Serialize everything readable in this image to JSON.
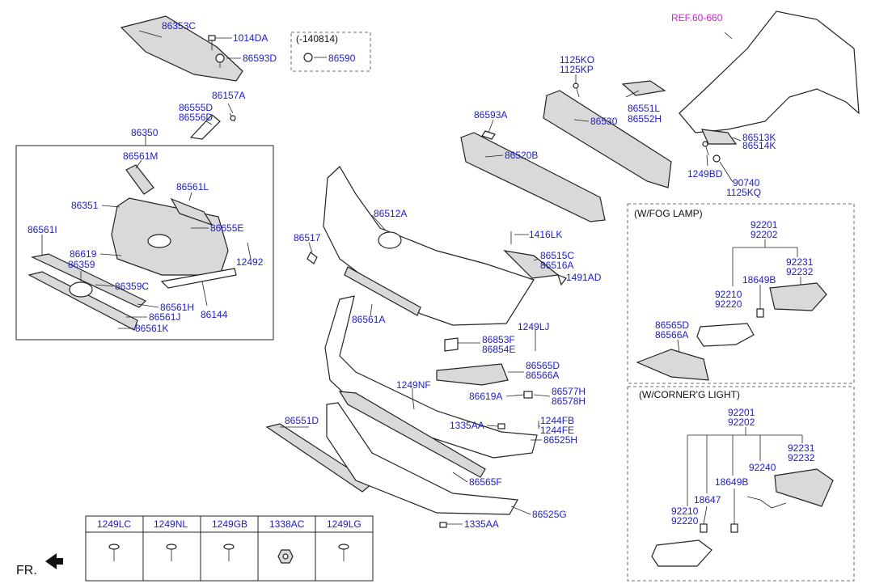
{
  "diagram": {
    "ref_label": "REF.60-660",
    "variant_fog_lamp": "(W/FOG LAMP)",
    "variant_cornering_light": "(W/CORNER'G LIGHT)",
    "variant_date": "(-140814)",
    "fr_label": "FR.",
    "labels": {
      "p86353C": "86353C",
      "p1014DA": "1014DA",
      "p86593D": "86593D",
      "p86590": "86590",
      "p86157A": "86157A",
      "p86555D": "86555D",
      "p86556D": "86556D",
      "p86350": "86350",
      "p86561M": "86561M",
      "p86561L": "86561L",
      "p86351": "86351",
      "p86655E": "86655E",
      "p86561I": "86561I",
      "p86619": "86619",
      "p86359": "86359",
      "p12492": "12492",
      "p86359C": "86359C",
      "p86561H": "86561H",
      "p86144": "86144",
      "p86561J": "86561J",
      "p86561K": "86561K",
      "p1125KO": "1125KO",
      "p1125KP": "1125KP",
      "p86551L": "86551L",
      "p86552H": "86552H",
      "p86593A": "86593A",
      "p86530": "86530",
      "p86520B": "86520B",
      "p86513K": "86513K",
      "p86514K": "86514K",
      "p1249BD": "1249BD",
      "p90740": "90740",
      "p1125KQ": "1125KQ",
      "p86512A": "86512A",
      "p86517": "86517",
      "p1416LK": "1416LK",
      "p86515C": "86515C",
      "p86516A": "86516A",
      "p1491AD": "1491AD",
      "p86561A": "86561A",
      "p86853F": "86853F",
      "p86854E": "86854E",
      "p1249LJ": "1249LJ",
      "p86565D_a": "86565D",
      "p86566A_a": "86566A",
      "p1249NF": "1249NF",
      "p86619A": "86619A",
      "p86577H": "86577H",
      "p86578H": "86578H",
      "p86551D": "86551D",
      "p1335AA_a": "1335AA",
      "p1244FB": "1244FB",
      "p1244FE": "1244FE",
      "p86525H": "86525H",
      "p86565F": "86565F",
      "p86525G": "86525G",
      "p1335AA_b": "1335AA",
      "fog_92201": "92201",
      "fog_92202": "92202",
      "fog_92231": "92231",
      "fog_92232": "92232",
      "fog_18649B": "18649B",
      "fog_92210": "92210",
      "fog_92220": "92220",
      "fog_86565D": "86565D",
      "fog_86566A": "86566A",
      "cl_92201": "92201",
      "cl_92202": "92202",
      "cl_92231": "92231",
      "cl_92232": "92232",
      "cl_92240": "92240",
      "cl_18649B": "18649B",
      "cl_18647": "18647",
      "cl_92210": "92210",
      "cl_92220": "92220"
    },
    "fastener_table": {
      "headers": [
        "1249LC",
        "1249NL",
        "1249GB",
        "1338AC",
        "1249LG"
      ],
      "icons": [
        "screw-icon",
        "screw-icon",
        "screw-icon",
        "nut-icon",
        "screw-icon"
      ]
    },
    "colors": {
      "part_number": "#1a1ad8",
      "reference": "#d81ad8",
      "line": "#222222"
    }
  }
}
